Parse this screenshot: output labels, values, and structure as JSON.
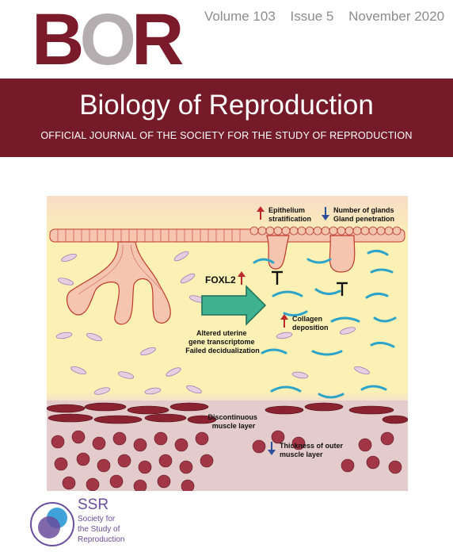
{
  "masthead": {
    "logo_b": "B",
    "logo_o": "O",
    "logo_r": "R",
    "volume": "Volume 103",
    "issue": "Issue 5",
    "date": "November 2020"
  },
  "banner": {
    "title": "Biology of Reproduction",
    "subtitle": "OFFICIAL JOURNAL OF THE SOCIETY FOR THE STUDY OF REPRODUCTION"
  },
  "figure": {
    "gene": "FOXL2",
    "arrow_caption": [
      "Altered uterine",
      "gene transcriptome",
      "Failed decidualization"
    ],
    "epithelium": [
      "Epithelium",
      "stratification"
    ],
    "glands": [
      "Number of glands",
      "Gland penetration"
    ],
    "collagen": [
      "Collagen",
      "deposition"
    ],
    "muscle_discontinuous": [
      "Discontinuous",
      "muscle layer"
    ],
    "muscle_thickness": [
      "Thickness of outer",
      "muscle layer"
    ],
    "colors": {
      "up_arrow": "#c0282a",
      "down_arrow": "#2c4f9c",
      "main_arrow": "#3fb38f",
      "tissue": "#fbf1b4",
      "epithelium": "#f6c5b0",
      "muscle": "#7a1f2a"
    }
  },
  "ssr": {
    "abbr": "SSR",
    "name_lines": [
      "Society for",
      "the Study of",
      "Reproduction"
    ]
  }
}
